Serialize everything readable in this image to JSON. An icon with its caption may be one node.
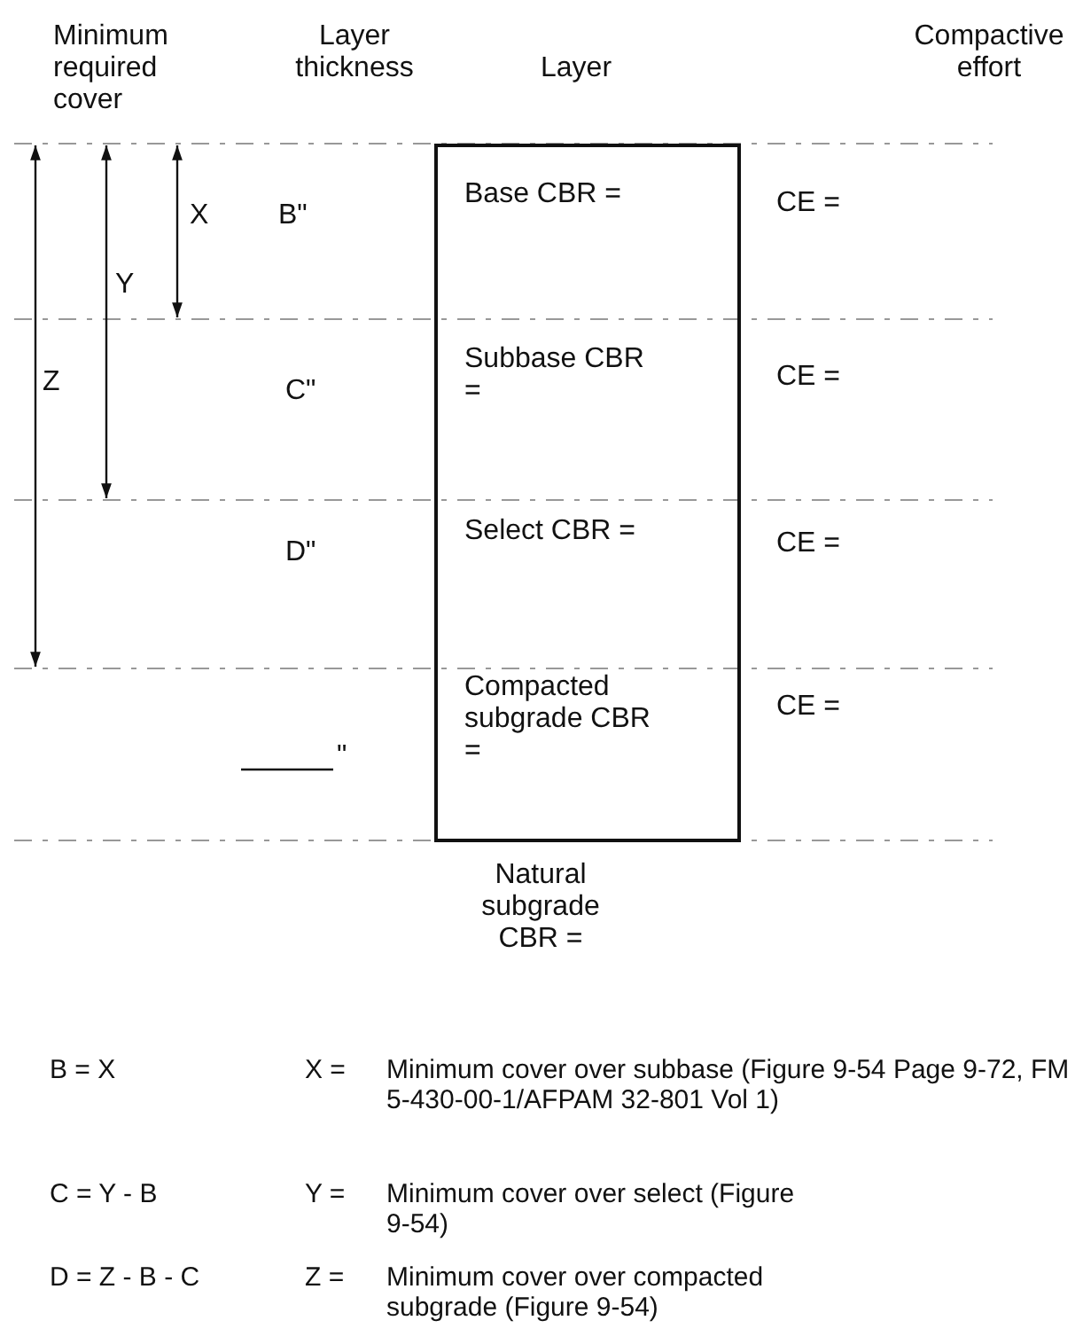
{
  "diagram": {
    "nodes": [
      {
        "text": [],
        "shape": "box"
      },
      {
        "text": [
          "Base CBR ="
        ],
        "in": 0
      },
      {
        "text": [
          "Subbase CBR ="
        ],
        "in": 0
      },
      {
        "text": [
          "Select CBR ="
        ],
        "in": 0
      },
      {
        "text": [
          "Compacted subgrade CBR ="
        ],
        "in": 0
      }
    ],
    "edges": [],
    "labels": [
      "Minimum required cover",
      "Layer thickness",
      "Layer",
      "Compactive effort",
      "X",
      "B\"",
      "CE =",
      "Y",
      "Z",
      "C\"",
      "CE =",
      "D\"",
      "CE =",
      "CE =",
      "\"",
      "Natural subgrade CBR =",
      "B = X",
      "X =",
      "Minimum cover over subbase (Figure 9-54 Page 9-72, FM 5-430-00-1/AFPAM 32-801 Vol 1)",
      "C = Y - B",
      "Y =",
      "Minimum cover over select (Figure 9-54)",
      "D = Z - B - C",
      "Z =",
      "Minimum cover over compacted subgrade (Figure 9-54)"
    ]
  }
}
